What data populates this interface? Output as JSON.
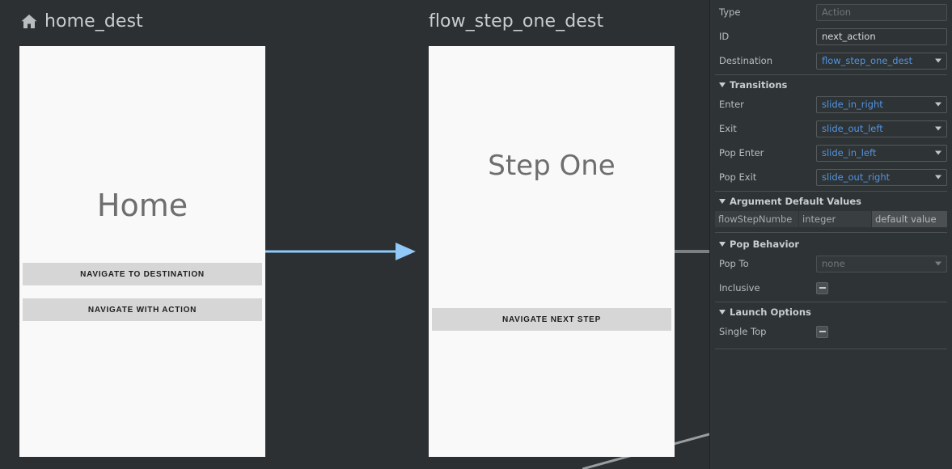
{
  "canvas": {
    "destinations": [
      {
        "title": "home_dest",
        "icon": "home-icon",
        "screen_title": "Home",
        "buttons": [
          "NAVIGATE TO DESTINATION",
          "NAVIGATE WITH ACTION"
        ]
      },
      {
        "title": "flow_step_one_dest",
        "icon": null,
        "screen_title": "Step One",
        "buttons": [
          "NAVIGATE NEXT STEP"
        ]
      }
    ],
    "connection_color": "#90c8f8",
    "stub_color": "#7c8082"
  },
  "panel": {
    "fields": [
      {
        "label": "Type",
        "value": "Action",
        "placeholder": "Action",
        "kind": "text-disabled"
      },
      {
        "label": "ID",
        "value": "next_action",
        "kind": "text"
      },
      {
        "label": "Destination",
        "value": "flow_step_one_dest",
        "kind": "dropdown-blue"
      }
    ],
    "sections": [
      {
        "title": "Transitions",
        "rows": [
          {
            "label": "Enter",
            "value": "slide_in_right",
            "kind": "dropdown-blue"
          },
          {
            "label": "Exit",
            "value": "slide_out_left",
            "kind": "dropdown-blue"
          },
          {
            "label": "Pop Enter",
            "value": "slide_in_left",
            "kind": "dropdown-blue"
          },
          {
            "label": "Pop Exit",
            "value": "slide_out_right",
            "kind": "dropdown-blue"
          }
        ]
      },
      {
        "title": "Argument Default Values",
        "arguments": [
          {
            "name": "flowStepNumbe",
            "type": "integer",
            "default": "default value"
          }
        ]
      },
      {
        "title": "Pop Behavior",
        "rows": [
          {
            "label": "Pop To",
            "value": "none",
            "kind": "dropdown-disabled"
          },
          {
            "label": "Inclusive",
            "value": "",
            "kind": "checkbox"
          }
        ]
      },
      {
        "title": "Launch Options",
        "rows": [
          {
            "label": "Single Top",
            "value": "",
            "kind": "checkbox"
          }
        ]
      }
    ]
  },
  "colors": {
    "canvas_bg": "#2d3032",
    "panel_bg": "#2e3335",
    "card_bg": "#f9f9f9",
    "accent_blue": "#5294e2",
    "arrow_blue": "#90c8f8",
    "button_grey": "#d6d6d6"
  }
}
